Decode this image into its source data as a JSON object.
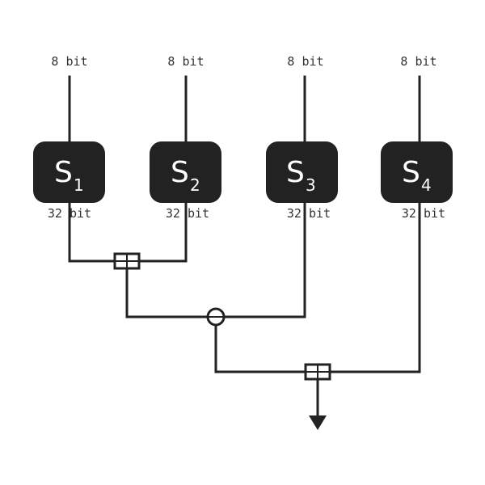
{
  "sboxes": [
    {
      "letter": "S",
      "index": "1",
      "input_label": "8 bit",
      "output_label": "32 bit"
    },
    {
      "letter": "S",
      "index": "2",
      "input_label": "8 bit",
      "output_label": "32 bit"
    },
    {
      "letter": "S",
      "index": "3",
      "input_label": "8 bit",
      "output_label": "32 bit"
    },
    {
      "letter": "S",
      "index": "4",
      "input_label": "8 bit",
      "output_label": "32 bit"
    }
  ],
  "operations": [
    "addition",
    "xor",
    "addition"
  ],
  "colors": {
    "box": "#222222",
    "line": "#222222",
    "text": "#333333",
    "background": "#ffffff"
  }
}
